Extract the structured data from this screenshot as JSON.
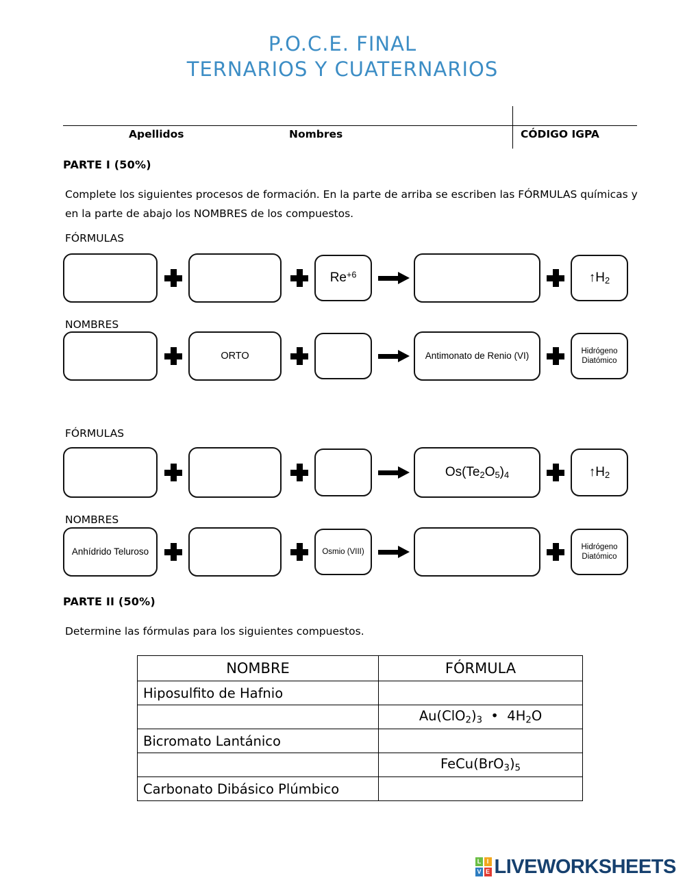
{
  "title": {
    "line1": "P.O.C.E. FINAL",
    "line2": "TERNARIOS Y CUATERNARIOS",
    "color": "#3C8DC5"
  },
  "identification": {
    "apellidos": "Apellidos",
    "nombres": "Nombres",
    "codigo": "CÓDIGO IGPA"
  },
  "part1": {
    "heading": "PARTE I (50%)",
    "instructions": "Complete los siguientes procesos de formación. En la parte de arriba se escriben las FÓRMULAS químicas y en la parte de abajo los NOMBRES de los compuestos.",
    "label_formulas_1": "FÓRMULAS",
    "label_nombres_1": "NOMBRES",
    "label_formulas_2": "FÓRMULAS",
    "label_nombres_2": "NOMBRES",
    "row_formulas_1": {
      "b1": "",
      "plus1": "+",
      "b2": "",
      "plus2": "+",
      "b3": "Re+6",
      "arrow": "→",
      "b4": "",
      "plus3": "+",
      "b5": "↑H2"
    },
    "row_nombres_1": {
      "b1": "",
      "plus1": "+",
      "b2": "ORTO",
      "plus2": "+",
      "b3": "",
      "arrow": "→",
      "b4": "Antimonato de Renio (VI)",
      "plus3": "+",
      "b5": "Hidrógeno Diatómico"
    },
    "row_formulas_2": {
      "b1": "",
      "plus1": "+",
      "b2": "",
      "plus2": "+",
      "b3": "",
      "arrow": "→",
      "b4": "Os(Te2O5)4",
      "plus3": "+",
      "b5": "↑H2"
    },
    "row_nombres_2": {
      "b1": "Anhídrido Teluroso",
      "plus1": "+",
      "b2": "",
      "plus2": "+",
      "b3": "Osmio (VIII)",
      "arrow": "→",
      "b4": "",
      "plus3": "+",
      "b5": "Hidrógeno Diatómico"
    }
  },
  "part2": {
    "heading": "PARTE II (50%)",
    "instructions": "Determine las fórmulas para los siguientes compuestos.",
    "table": {
      "headers": [
        "NOMBRE",
        "FÓRMULA"
      ],
      "rows": [
        {
          "nombre": "Hiposulfito de Hafnio",
          "formula": ""
        },
        {
          "nombre": "",
          "formula": "Au(ClO2)3 • 4H2O"
        },
        {
          "nombre": "Bicromato Lantánico",
          "formula": ""
        },
        {
          "nombre": "",
          "formula": "FeCu(BrO3)5"
        },
        {
          "nombre": "Carbonato Dibásico Plúmbico",
          "formula": ""
        }
      ]
    }
  },
  "footer": {
    "logo_tiles": [
      "L",
      "I",
      "V",
      "E"
    ],
    "logo_word": "LIVEWORKSHEETS",
    "logo_colors": {
      "l": "#6BBE44",
      "i": "#F2A81D",
      "v": "#2D7CC0",
      "e": "#E23B32",
      "word": "#16406E"
    }
  }
}
